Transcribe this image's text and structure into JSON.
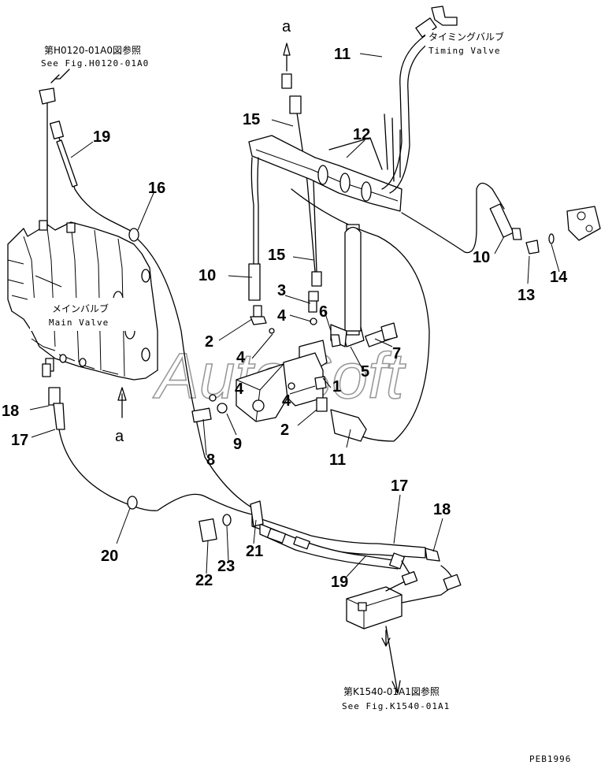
{
  "watermark": "AutoSoft",
  "drawing_code": "PEB1996",
  "refs": {
    "top_left": {
      "jp": "第H0120-01A0図参照",
      "en": "See Fig.H0120-01A0"
    },
    "bottom": {
      "jp": "第K1540-01A1図参照",
      "en": "See Fig.K1540-01A1"
    }
  },
  "components": {
    "timing_valve": {
      "jp": "タイミングバルブ",
      "en": "Timing Valve"
    },
    "main_valve": {
      "jp": "メインバルブ",
      "en": "Main Valve"
    }
  },
  "connection_labels": [
    "a",
    "a"
  ],
  "callouts": [
    "11",
    "15",
    "12",
    "19",
    "16",
    "15",
    "10",
    "10",
    "13",
    "14",
    "3",
    "6",
    "4",
    "2",
    "4",
    "7",
    "5",
    "4",
    "1",
    "4",
    "2",
    "11",
    "18",
    "17",
    "8",
    "9",
    "17",
    "18",
    "20",
    "21",
    "23",
    "22",
    "19"
  ]
}
